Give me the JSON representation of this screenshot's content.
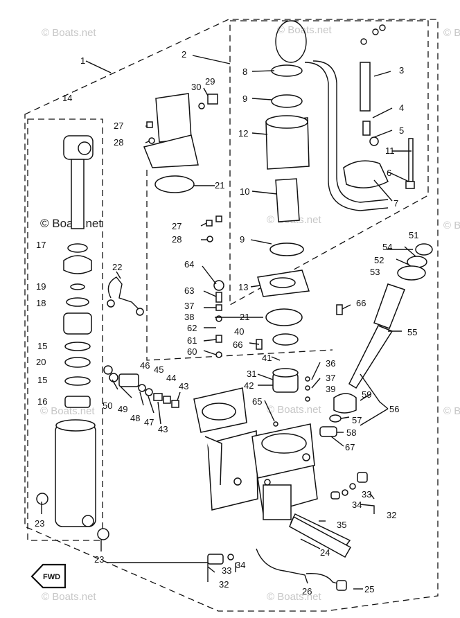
{
  "watermarks": [
    "© Boats.net",
    "© Boats.net",
    "© Boats.net",
    "© Boats.net",
    "© Boats.net",
    "© Boats.net",
    "© Boats.net",
    "© Boats.net",
    "© Boats.net",
    "© Boats.net",
    "© Boats.net"
  ],
  "fwd_label": "FWD",
  "labels": {
    "p1": "1",
    "p2": "2",
    "p3": "3",
    "p4": "4",
    "p5": "5",
    "p6": "6",
    "p7": "7",
    "p8": "8",
    "p9a": "9",
    "p9b": "9",
    "p10": "10",
    "p11": "11",
    "p12": "12",
    "p13": "13",
    "p14": "14",
    "p15a": "15",
    "p15b": "15",
    "p16": "16",
    "p17": "17",
    "p18": "18",
    "p19": "19",
    "p20": "20",
    "p21a": "21",
    "p21b": "21",
    "p22": "22",
    "p23a": "23",
    "p23b": "23",
    "p24": "24",
    "p25": "25",
    "p26": "26",
    "p27a": "27",
    "p27b": "27",
    "p28a": "28",
    "p28b": "28",
    "p29": "29",
    "p30": "30",
    "p31": "31",
    "p32a": "32",
    "p32b": "32",
    "p33a": "33",
    "p33b": "33",
    "p34a": "34",
    "p34b": "34",
    "p35": "35",
    "p36": "36",
    "p37a": "37",
    "p37b": "37",
    "p38": "38",
    "p39": "39",
    "p40": "40",
    "p41": "41",
    "p42": "42",
    "p43a": "43",
    "p43b": "43",
    "p44": "44",
    "p45": "45",
    "p46": "46",
    "p47": "47",
    "p48": "48",
    "p49": "49",
    "p50": "50",
    "p51": "51",
    "p52": "52",
    "p53": "53",
    "p54": "54",
    "p55": "55",
    "p56": "56",
    "p57": "57",
    "p58": "58",
    "p59": "59",
    "p60": "60",
    "p61": "61",
    "p62": "62",
    "p63": "63",
    "p64": "64",
    "p65": "65",
    "p66a": "66",
    "p66b": "66",
    "p67": "67"
  }
}
